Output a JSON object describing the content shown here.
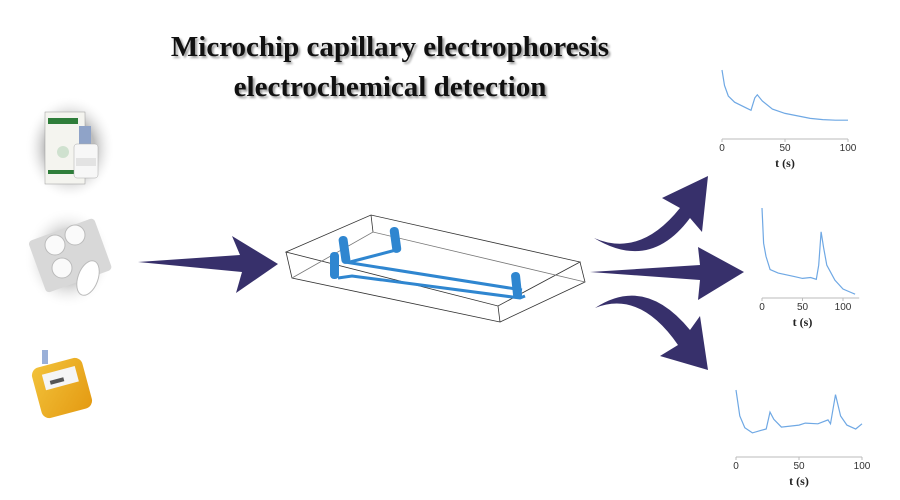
{
  "title": {
    "line1": "Microchip capillary electrophoresis",
    "line2": "electrochemical detection"
  },
  "colors": {
    "arrow": "#37306b",
    "channel": "#2f86d0",
    "trace": "#6fa8e4"
  },
  "chart_data": [
    {
      "type": "line",
      "xlabel": "t (s)",
      "xticks": [
        0,
        50,
        100
      ],
      "xlim": [
        0,
        100
      ],
      "ylim": [
        0,
        1
      ],
      "x": [
        0,
        2,
        5,
        10,
        20,
        23,
        26,
        28,
        32,
        40,
        50,
        60,
        70,
        80,
        90,
        100
      ],
      "y": [
        1.0,
        0.75,
        0.58,
        0.48,
        0.38,
        0.35,
        0.55,
        0.6,
        0.5,
        0.37,
        0.3,
        0.26,
        0.22,
        0.2,
        0.19,
        0.19
      ]
    },
    {
      "type": "line",
      "xlabel": "t (s)",
      "xticks": [
        0,
        50,
        100
      ],
      "xlim": [
        0,
        120
      ],
      "ylim": [
        0,
        1
      ],
      "x": [
        0,
        2,
        5,
        10,
        20,
        40,
        50,
        60,
        67,
        70,
        73,
        76,
        80,
        90,
        100,
        110,
        115
      ],
      "y": [
        1.0,
        0.6,
        0.45,
        0.3,
        0.26,
        0.22,
        0.2,
        0.21,
        0.19,
        0.35,
        0.73,
        0.55,
        0.35,
        0.18,
        0.08,
        0.04,
        0.02
      ]
    },
    {
      "type": "line",
      "xlabel": "t (s)",
      "xticks": [
        0,
        50,
        100
      ],
      "xlim": [
        0,
        100
      ],
      "ylim": [
        0,
        1
      ],
      "x": [
        0,
        3,
        7,
        13,
        20,
        24,
        27,
        30,
        36,
        50,
        55,
        65,
        73,
        75,
        79,
        83,
        88,
        95,
        100
      ],
      "y": [
        1.0,
        0.6,
        0.42,
        0.34,
        0.38,
        0.4,
        0.66,
        0.55,
        0.43,
        0.46,
        0.49,
        0.48,
        0.54,
        0.48,
        0.93,
        0.6,
        0.46,
        0.4,
        0.48
      ]
    }
  ]
}
